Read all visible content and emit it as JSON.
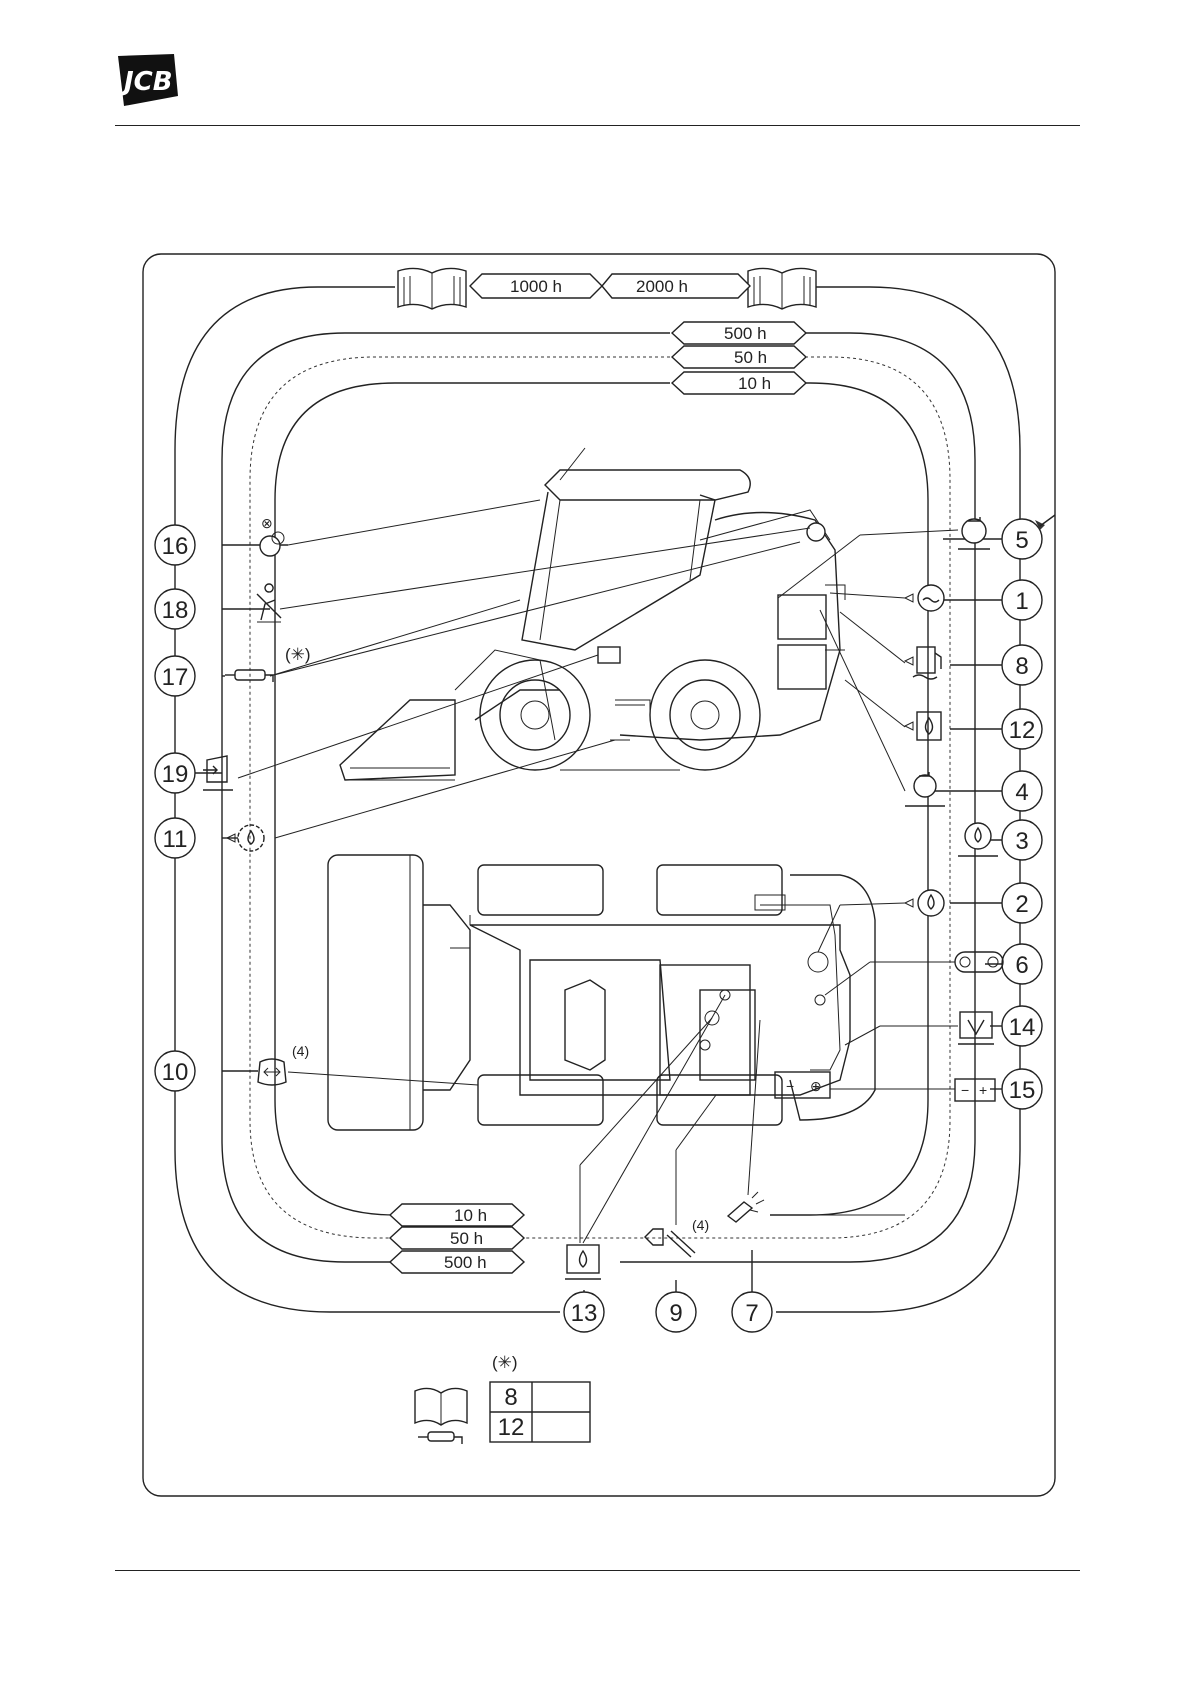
{
  "logo": "JCB",
  "intervals_top": {
    "long_left": "1000 h",
    "long_right": "2000 h",
    "r500": "500 h",
    "r50": "50 h",
    "r10": "10 h"
  },
  "intervals_bottom": {
    "r10": "10 h",
    "r50": "50 h",
    "r500": "500 h"
  },
  "callouts": {
    "c1": "1",
    "c2": "2",
    "c3": "3",
    "c4": "4",
    "c5": "5",
    "c6": "6",
    "c7": "7",
    "c8": "8",
    "c9": "9",
    "c10": "10",
    "c11": "11",
    "c12": "12",
    "c13": "13",
    "c14": "14",
    "c15": "15",
    "c16": "16",
    "c17": "17",
    "c18": "18",
    "c19": "19"
  },
  "notes": {
    "asterisk": "(✳)",
    "asterisk_footnote": "(✳)",
    "four_a": "(4)",
    "four_b": "(4)"
  },
  "footnote_table": {
    "rows": [
      "8",
      "12"
    ]
  },
  "battery_terminals": {
    "neg": "−",
    "pos": "⊕"
  },
  "icons": [
    "manual-book-icon",
    "engine-coolant-icon",
    "fuel-icon",
    "hydraulic-oil-icon",
    "engine-oil-icon",
    "air-filter-icon",
    "belt-icon",
    "battery-icon",
    "grease-icon",
    "wrench-icon",
    "seat-belt-icon",
    "exhaust-icon",
    "gearbox-oil-icon",
    "tyre-pressure-icon",
    "dpf-icon",
    "service-icon"
  ]
}
